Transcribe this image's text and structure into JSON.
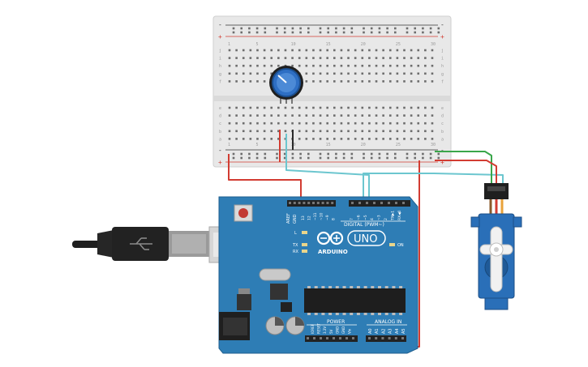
{
  "breadboard": {
    "row_letters_top": [
      "j",
      "i",
      "h",
      "g",
      "f"
    ],
    "row_letters_bottom": [
      "e",
      "d",
      "c",
      "b",
      "a"
    ],
    "column_numbers": [
      "1",
      "5",
      "10",
      "15",
      "20",
      "25",
      "30"
    ],
    "rail_minus": "-",
    "rail_plus": "+"
  },
  "arduino": {
    "brand": "ARDUINO",
    "model": "UNO",
    "digital_label": "DIGITAL (PWM~)",
    "analog_label": "ANALOG IN",
    "power_label": "POWER",
    "on_label": "ON",
    "l_label": "L",
    "tx_label": "TX",
    "rx_label": "RX",
    "aref_label": "AREF",
    "gnd_label": "GND",
    "analog_pins": [
      "A0",
      "A1",
      "A2",
      "A3",
      "A4",
      "A5"
    ],
    "power_pins": [
      "IOREF",
      "RESET",
      "3.3V",
      "5V",
      "GND",
      "GND",
      "Vin"
    ],
    "digital_pins": [
      "13",
      "12",
      "~11",
      "~10",
      "~9",
      "8",
      "7",
      "~6",
      "~5",
      "4",
      "~3",
      "2",
      "TX▶1",
      "RX◀0"
    ]
  },
  "colors": {
    "board": "#2e7db5",
    "breadboard": "#e6e6e6",
    "wire_red": "#d23c32",
    "wire_green": "#3aa64a",
    "wire_cyan": "#6cc6cf",
    "wire_black": "#2a2a2a",
    "servo": "#2a6fb8"
  }
}
